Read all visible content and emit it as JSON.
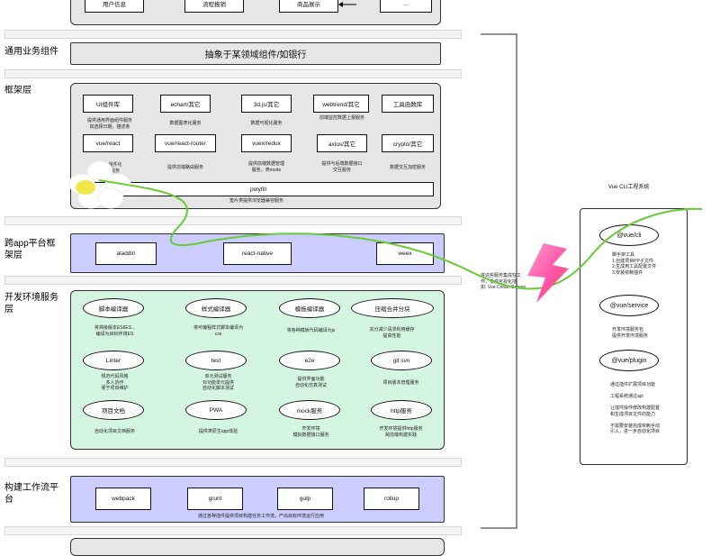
{
  "top_row": {
    "boxes": [
      "用户信息",
      "流程报销",
      "商品展示",
      "..."
    ]
  },
  "business": {
    "label": "通用业务组件",
    "bar": "抽象于某领域组件/如银行"
  },
  "framework": {
    "label": "框架层",
    "row1": [
      {
        "name": "UI组件库",
        "desc": "提供通用界面组件服务\n如选择日期，描述条"
      },
      {
        "name": "echart/其它",
        "desc": "数据图表化服务"
      },
      {
        "name": "3d.js/其它",
        "desc": "数据可视化服务"
      },
      {
        "name": "webtrend/其它",
        "desc": "前端监控数据上报服务"
      },
      {
        "name": "工具函数库",
        "desc": ""
      }
    ],
    "row2": [
      {
        "name": "vue/react",
        "desc": "组件化\n服务"
      },
      {
        "name": "vue/react-router",
        "desc": "提供前端路由服务"
      },
      {
        "name": "vuex/redux",
        "desc": "提供前端数据管理\n服务，类mode"
      },
      {
        "name": "axios/其它",
        "desc": "提供与后端数据接口\n交互服务"
      },
      {
        "name": "crypto/其它",
        "desc": "数据交互加密服务"
      }
    ],
    "polyfill": "polyfill",
    "polyfill_desc": "垫片类提供浏览器兼容服务"
  },
  "crossapp": {
    "label": "跨app平台框\n架层",
    "items": [
      "aladdin",
      "react-native",
      "weex"
    ]
  },
  "devenv": {
    "label": "开发环境服务\n层",
    "rows": [
      [
        {
          "name": "脚本编译器",
          "desc": "将高级版本ES6ES...\n编译为目标环境ES"
        },
        {
          "name": "样式编译器",
          "desc": "将可编程样式脚本编译为\ncss"
        },
        {
          "name": "模板编译器",
          "desc": "将各种模板代码编译为js"
        },
        {
          "name": "压缩合并分块",
          "desc": "充分减少请求利用缓存\n提高性能"
        }
      ],
      [
        {
          "name": "Linter",
          "desc": "规范代码风格\n多人协作\n便于项目维护"
        },
        {
          "name": "test",
          "desc": "单元测试服务\n对功能单元提供\n自动化脚本测试"
        },
        {
          "name": "e2e",
          "desc": "提供界面功能\n自动化仿真测试"
        },
        {
          "name": "git svn",
          "desc": "项目版本管理服务"
        }
      ],
      [
        {
          "name": "项目文档",
          "desc": "自动化项目文档服务"
        },
        {
          "name": "PWA",
          "desc": "提供类原生app体验"
        },
        {
          "name": "mock服务",
          "desc": "开发环境\n模拟数据接口服务"
        },
        {
          "name": "http服务",
          "desc": "开发环境提供http服务\n跨前端构建实践"
        }
      ]
    ]
  },
  "build": {
    "label": "构建工作流平\n台",
    "items": [
      "webpack",
      "grunt",
      "gulp",
      "rollup"
    ],
    "desc": "通过各种插件提供项目构建任务工作流，产出目标环境运行应用"
  },
  "cli": {
    "title": "Vue CLI工程系统",
    "annotation": "将这些服务集成在工\n作，变成可视化插\n如: Vue Create Beome",
    "items": [
      {
        "name": "@vue/cli",
        "desc": "脚手架工具\n1.创建项目PP子文件\n2.生成用工具配置文件\n3.安装依赖插件"
      },
      {
        "name": "@vue/service",
        "desc": "开发环境服务包\n提供开发环境服务"
      },
      {
        "name": "@vue/plugin",
        "desc": "通过插件扩展项目功能\n\n工程系统通过api\n\n让插件操作修改构建配置\n和生成项目文件的能力\n\n不需要安装完成依赖手动\n引入，进一步自动化项目"
      }
    ]
  },
  "colors": {
    "panel_gray": "#e6e6e6",
    "panel_blue": "#ccccff",
    "panel_green": "#d5f5e3",
    "curve_green": "#66cc33",
    "bolt_pink": "#ff6fae"
  }
}
